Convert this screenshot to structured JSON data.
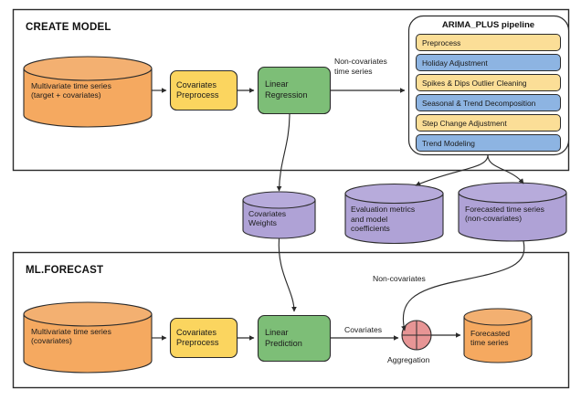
{
  "diagram": {
    "title_create_model": "CREATE MODEL",
    "title_ml_forecast": "ML.FORECAST",
    "colors": {
      "orange": "#F5A960",
      "orange_top": "#F3B071",
      "yellow": "#FBD55F",
      "green": "#7DBE77",
      "purple": "#AFA2D6",
      "purple_top": "#B7ABDB",
      "blue_step": "#8DB4E2",
      "yellow_step": "#FBDE97",
      "red_circle": "#E79595",
      "stroke": "#2b2b2b"
    }
  },
  "create_model": {
    "source_cylinder": {
      "line1": "Multivariate time series",
      "line2": "(target + covariates)"
    },
    "preprocess_box": {
      "line1": "Covariates",
      "line2": "Preprocess"
    },
    "model_box": {
      "line1": "Linear",
      "line2": "Regression"
    },
    "edge_label_noncov": "Non-covariates\ntime series"
  },
  "pipeline": {
    "title": "ARIMA_PLUS pipeline",
    "steps": [
      {
        "label": "Preprocess",
        "color": "yellow"
      },
      {
        "label": "Holiday Adjustment",
        "color": "blue"
      },
      {
        "label": "Spikes & Dips Outlier Cleaning",
        "color": "yellow"
      },
      {
        "label": "Seasonal & Trend Decomposition",
        "color": "blue"
      },
      {
        "label": "Step Change Adjustment",
        "color": "yellow"
      },
      {
        "label": "Trend Modeling",
        "color": "blue"
      }
    ]
  },
  "artifacts": {
    "covariates_weights": {
      "line1": "Covariates",
      "line2": "Weights"
    },
    "evaluation_metrics": {
      "line1": "Evaluation metrics",
      "line2": "and model",
      "line3": "coefficients"
    },
    "forecasted_noncov": {
      "line1": "Forecasted time series",
      "line2": "(non-covariates)"
    }
  },
  "ml_forecast": {
    "source_cylinder": {
      "line1": "Multivariate time series",
      "line2": "(covariates)"
    },
    "preprocess_box": {
      "line1": "Covariates",
      "line2": "Preprocess"
    },
    "predict_box": {
      "line1": "Linear",
      "line2": "Prediction"
    },
    "edge_label_covariates": "Covariates",
    "edge_label_noncovariates": "Non-covariates",
    "aggregation_label": "Aggregation",
    "output_cylinder": {
      "line1": "Forecasted",
      "line2": "time series"
    }
  }
}
